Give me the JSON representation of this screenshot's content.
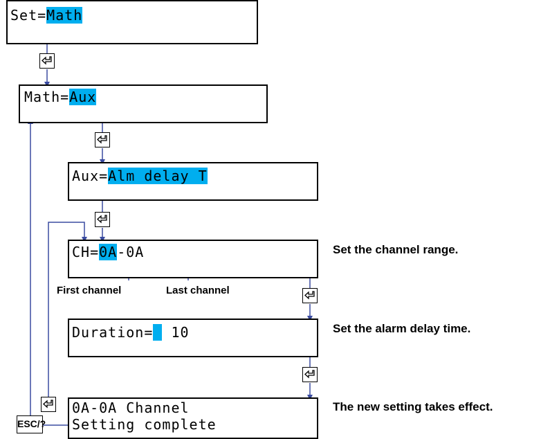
{
  "screens": {
    "set": {
      "prefix": "Set=",
      "value": "Math"
    },
    "math": {
      "prefix": "Math=",
      "value": "Aux"
    },
    "aux": {
      "prefix": "Aux=",
      "value": "Alm delay T"
    },
    "ch": {
      "prefix": "CH=",
      "first": "0A",
      "sep": "-",
      "last": "0A"
    },
    "duration": {
      "prefix": "Duration=",
      "cursor": " ",
      "value": " 10"
    },
    "complete": {
      "line1": "0A-0A Channel",
      "line2": "Setting complete"
    }
  },
  "labels": {
    "first_channel": "First channel",
    "last_channel": "Last channel",
    "esc": "ESC/?"
  },
  "notes": {
    "channel_range": "Set the channel range.",
    "alarm_delay": "Set the alarm delay time.",
    "takes_effect": "The new setting takes effect."
  },
  "colors": {
    "highlight": "#00AEEF",
    "arrow": "#3A4BA0",
    "text": "#000000"
  },
  "icons": {
    "enter_key": "enter-key-icon"
  }
}
